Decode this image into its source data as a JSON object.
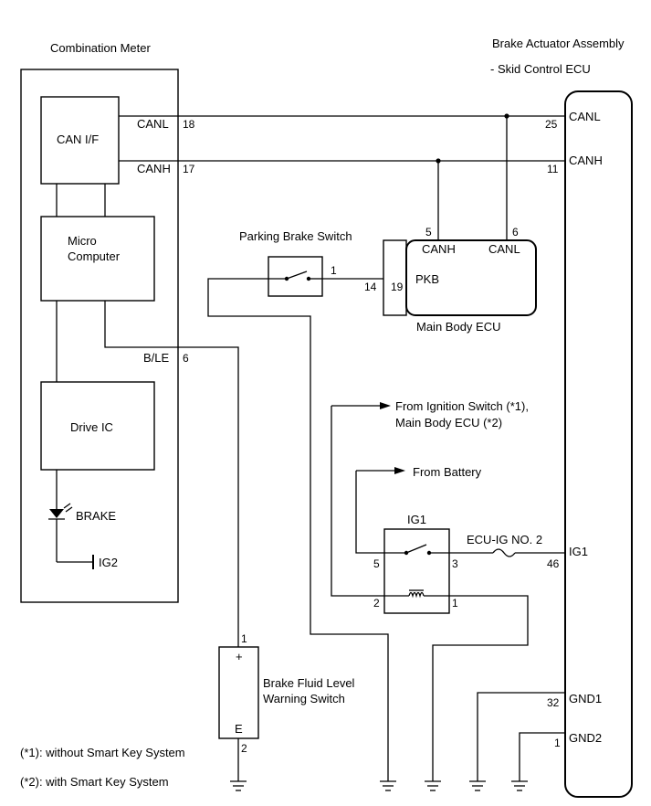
{
  "labels": {
    "combination_meter": "Combination Meter",
    "brake_actuator_line1": "Brake Actuator Assembly",
    "brake_actuator_line2": "- Skid Control ECU",
    "can_if": "CAN I/F",
    "micro_line1": "Micro",
    "micro_line2": "Computer",
    "drive_ic": "Drive IC",
    "brake": "BRAKE",
    "ig2": "IG2",
    "parking_brake_switch": "Parking Brake Switch",
    "main_body_ecu": "Main Body ECU",
    "canh": "CANH",
    "canl": "CANL",
    "pkb": "PKB",
    "from_ignition_line1": "From Ignition Switch (*1),",
    "from_ignition_line2": "Main Body ECU (*2)",
    "from_battery": "From Battery",
    "ig1_relay": "IG1",
    "fuse": "ECU-IG NO. 2",
    "ig1": "IG1",
    "gnd1": "GND1",
    "gnd2": "GND2",
    "brake_fluid_line1": "Brake Fluid Level",
    "brake_fluid_line2": "Warning Switch",
    "plus": "+",
    "e": "E",
    "ble": "B/LE",
    "note1": "(*1): without Smart Key System",
    "note2": "(*2): with Smart Key System"
  },
  "pins": {
    "meter_canl": "18",
    "meter_canh": "17",
    "meter_ble": "6",
    "skid_canl": "25",
    "skid_canh": "11",
    "skid_ig1": "46",
    "skid_gnd1": "32",
    "skid_gnd2": "1",
    "mbecu_canh": "5",
    "mbecu_canl": "6",
    "mbecu_pkb": "19",
    "wire_pkb": "14",
    "pkb_switch": "1",
    "relay_5": "5",
    "relay_3": "3",
    "relay_2": "2",
    "relay_1": "1",
    "fluid_1": "1",
    "fluid_2": "2"
  }
}
